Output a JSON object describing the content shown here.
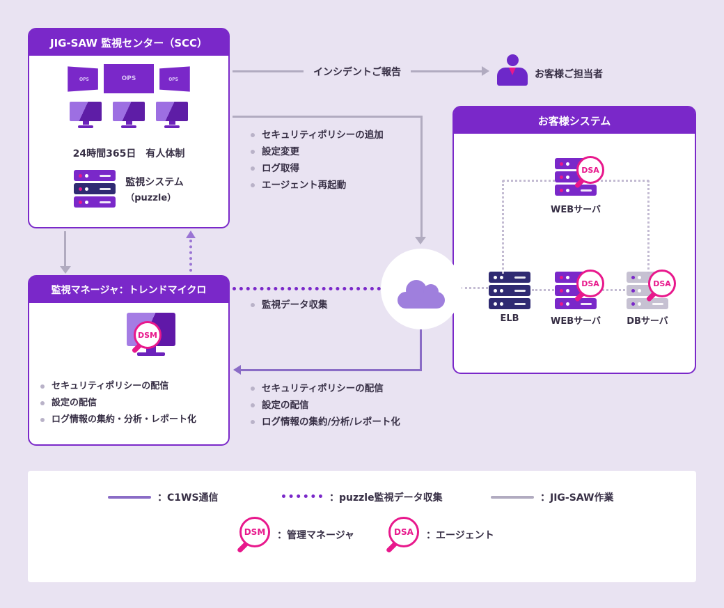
{
  "colors": {
    "background": "#e9e3f2",
    "purple": "#7a28c9",
    "magenta": "#e8188c",
    "navy": "#2f2a72",
    "gray_line": "#b1abc0",
    "c1ws_purple": "#8a6cc6",
    "cloud_purple": "#9f7fdd"
  },
  "scc": {
    "title": "JIG-SAW 監視センター（SCC）",
    "screen_label": "OPS",
    "caption": "24時間365日　有人体制",
    "system_line1": "監視システム",
    "system_line2": "（puzzle）"
  },
  "incident": {
    "arrow_label": "インシデントご報告",
    "person_label": "お客様ご担当者"
  },
  "ops": {
    "items": [
      "セキュリティポリシーの追加",
      "設定変更",
      "ログ取得",
      "エージェント再起動"
    ]
  },
  "customer": {
    "title": "お客様システム",
    "web_top_label": "WEBサーバ",
    "elb_label": "ELB",
    "web_label": "WEBサーバ",
    "db_label": "DBサーバ"
  },
  "badges": {
    "dsm": "DSM",
    "dsa": "DSA"
  },
  "manager": {
    "title": "監視マネージャ：トレンドマイクロ",
    "items": [
      "セキュリティポリシーの配信",
      "設定の配信",
      "ログ情報の集約・分析・レポート化"
    ]
  },
  "collect": {
    "label": "監視データ収集"
  },
  "delivery": {
    "items": [
      "セキュリティポリシーの配信",
      "設定の配信",
      "ログ情報の集約/分析/レポート化"
    ]
  },
  "legend": {
    "c1ws_label": "：C1WS通信",
    "puzzle_label": "：puzzle監視データ収集",
    "jigsaw_label": "：JIG-SAW作業",
    "dsm_label": "：管理マネージャ",
    "dsa_label": "：エージェント"
  }
}
